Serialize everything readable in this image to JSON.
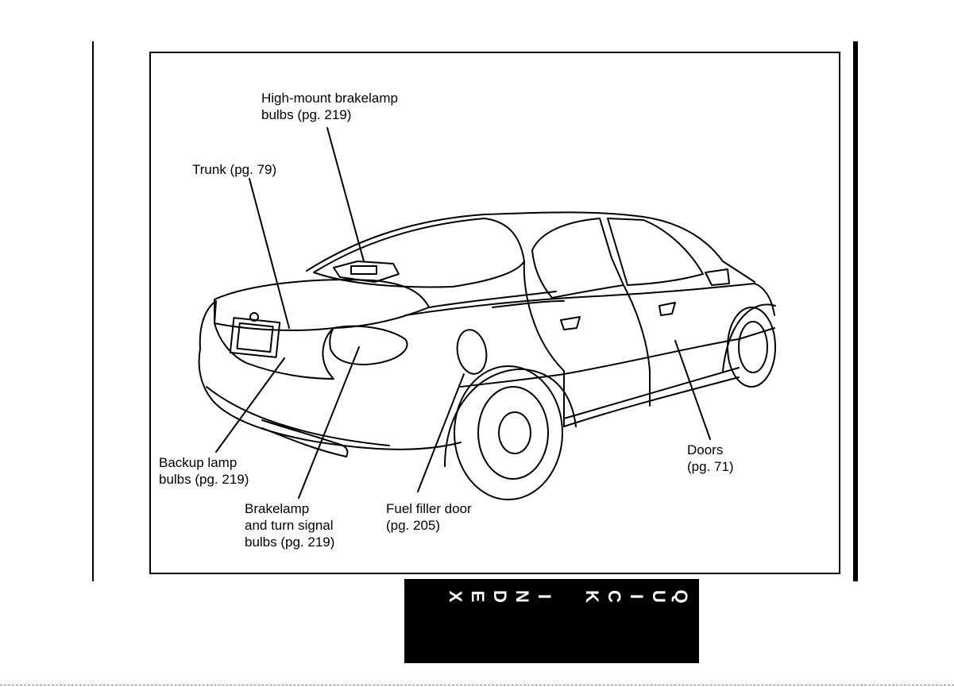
{
  "callouts": {
    "high_mount": "High-mount brakelamp\nbulbs (pg. 219)",
    "trunk": "Trunk (pg. 79)",
    "backup": "Backup lamp\nbulbs (pg. 219)",
    "brakelamp": "Brakelamp\nand turn signal\nbulbs (pg. 219)",
    "fuel": "Fuel filler door\n(pg. 205)",
    "doors": "Doors\n(pg. 71)"
  },
  "tab": {
    "letters": [
      "Q",
      "U",
      "I",
      "C",
      "K",
      "I",
      "N",
      "D",
      "E",
      "X"
    ]
  },
  "colors": {
    "ink": "#000000",
    "paper": "#ffffff",
    "tab_bg": "#000000",
    "tab_text": "#ffffff"
  }
}
